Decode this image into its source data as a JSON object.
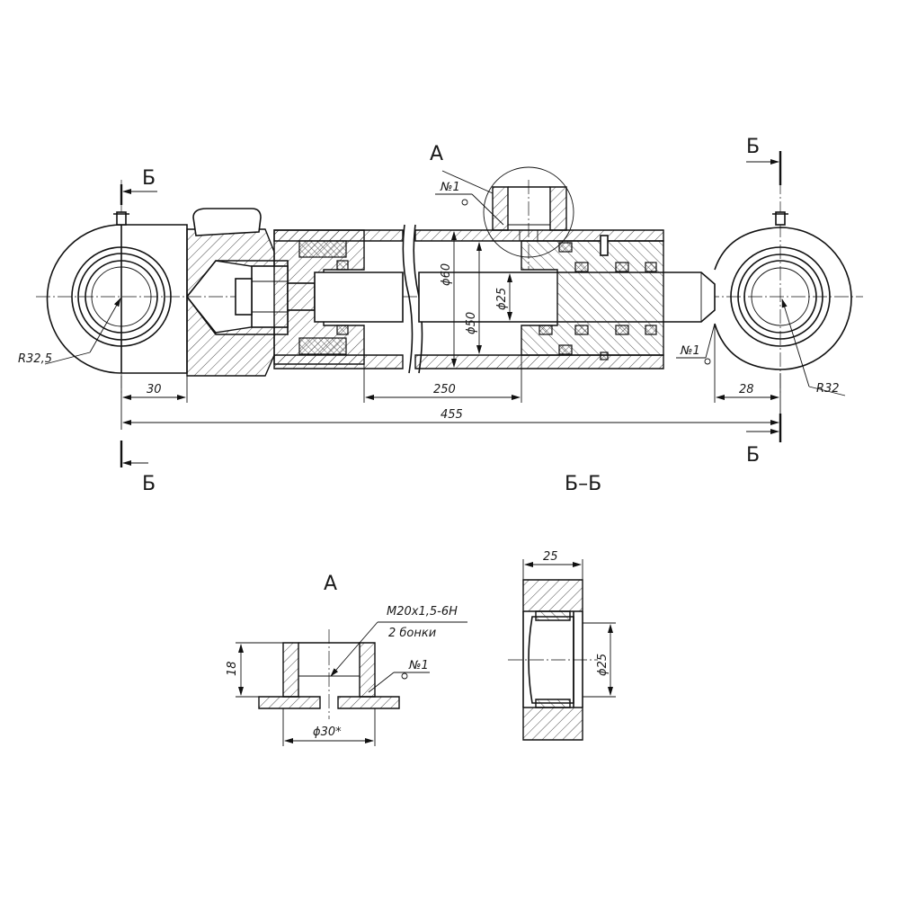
{
  "labels": {
    "view_a_top": "А",
    "view_a_bottom": "А",
    "section_b_left_top": "Б",
    "section_b_left_bottom": "Б",
    "section_b_right_top": "Б",
    "section_b_right_bottom": "Б",
    "section_bb_title": "Б–Б"
  },
  "dimensions": {
    "r_left": "R32,5",
    "r_right": "R32",
    "d60": "ϕ60",
    "d50": "ϕ50",
    "d25_main": "ϕ25",
    "len_30": "30",
    "len_250": "250",
    "len_28": "28",
    "len_455": "455",
    "h_18": "18",
    "d30": "ϕ30*",
    "w_25": "25",
    "d25_section": "ϕ25"
  },
  "callouts": {
    "part_no_top": "№1",
    "part_no_right": "№1",
    "part_no_detail": "№1",
    "thread": "M20x1,5-6H",
    "thread_note": "2 бонки"
  }
}
